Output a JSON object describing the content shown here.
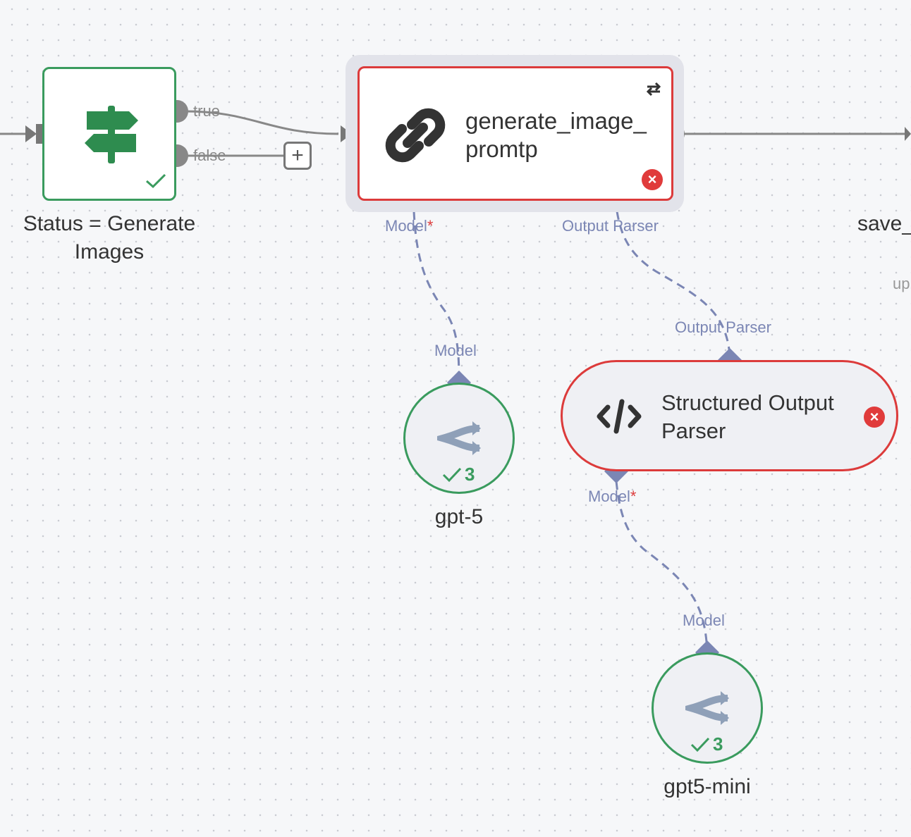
{
  "nodes": {
    "if_node": {
      "label": "Status = Generate Images",
      "branch_true": "true",
      "branch_false": "false"
    },
    "agent": {
      "title": "generate_image_ promtp",
      "port_model": "Model",
      "port_parser": "Output Parser",
      "required_mark": "*"
    },
    "parser": {
      "title": "Structured Output Parser",
      "port_in": "Output Parser",
      "port_model": "Model",
      "required_mark": "*"
    },
    "gpt5": {
      "label": "gpt-5",
      "port": "Model",
      "count": "3"
    },
    "gpt5mini": {
      "label": "gpt5-mini",
      "port": "Model",
      "count": "3"
    },
    "offscreen": {
      "label": "save_",
      "sublabel": "up"
    }
  },
  "icons": {
    "if_node": "signpost-icon",
    "agent": "link-icon",
    "agent_loop": "repeat-icon",
    "parser": "code-icon",
    "model": "openai-model-icon",
    "error": "error-icon",
    "check": "check-icon",
    "add": "plus-icon"
  },
  "colors": {
    "success": "#3a9b5e",
    "error": "#dc3b3b",
    "connector": "#7b86b4",
    "edge": "#888888"
  }
}
